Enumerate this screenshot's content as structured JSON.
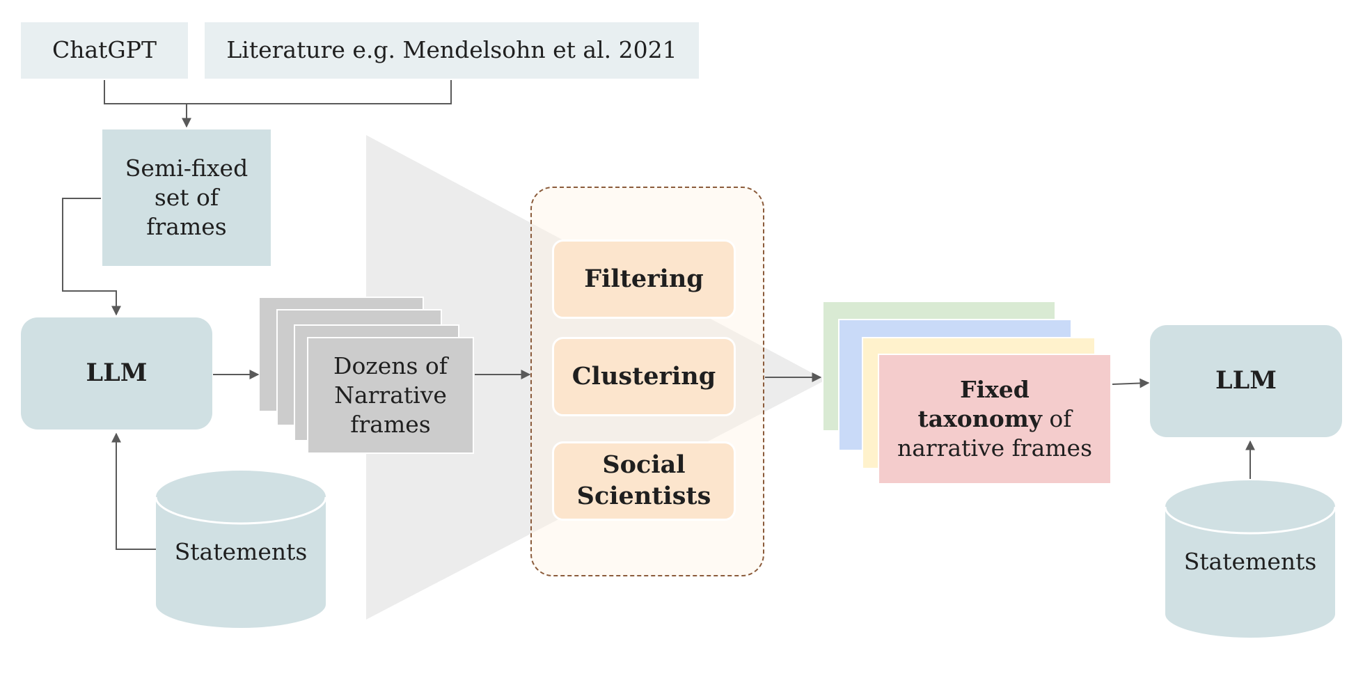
{
  "sources": {
    "chatgpt": "ChatGPT",
    "literature": "Literature e.g. Mendelsohn et al. 2021"
  },
  "semi_fixed": {
    "line1": "Semi-fixed",
    "line2": "set of",
    "line3": "frames"
  },
  "llm_left": "LLM",
  "llm_right": "LLM",
  "statements_left": "Statements",
  "statements_right": "Statements",
  "narrative_frames": {
    "line1": "Dozens of",
    "line2": "Narrative",
    "line3": "frames"
  },
  "processing": {
    "filtering": "Filtering",
    "clustering": "Clustering",
    "social_line1": "Social",
    "social_line2": "Scientists"
  },
  "taxonomy": {
    "bold1": "Fixed",
    "bold2": "taxonomy",
    "rest2": " of",
    "line3": "narrative frames"
  },
  "colors": {
    "source_box": "#e8eff1",
    "teal_box": "#d0e0e3",
    "gray_card": "#cccccc",
    "process_box": "#fce5cd",
    "process_border": "#8a5a3a",
    "funnel": "#ececec",
    "tax_green": "#d9ead3",
    "tax_blue": "#c9daf8",
    "tax_yellow": "#fff2cc",
    "tax_red": "#f4cccc",
    "arrow": "#595959"
  }
}
